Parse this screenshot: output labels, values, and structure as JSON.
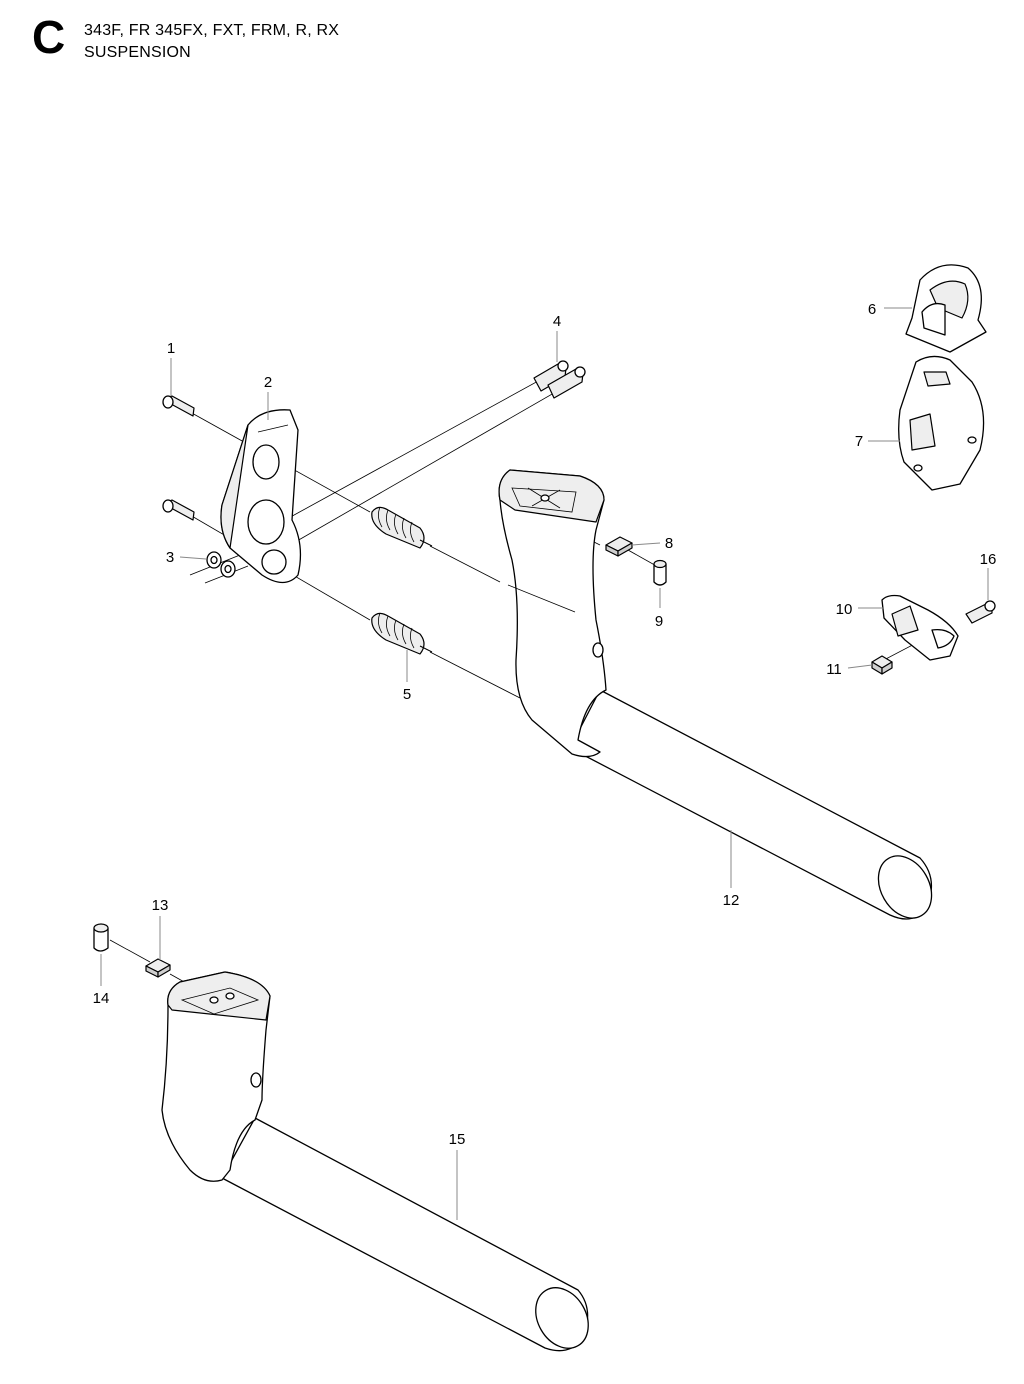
{
  "header": {
    "section_letter": "C",
    "models": "343F, FR 345FX, FXT, FRM, R, RX",
    "section_title": "SUSPENSION"
  },
  "callouts": {
    "p1": "1",
    "p2": "2",
    "p3": "3",
    "p4": "4",
    "p5": "5",
    "p6": "6",
    "p7": "7",
    "p8": "8",
    "p9": "9",
    "p10": "10",
    "p11": "11",
    "p12": "12",
    "p13": "13",
    "p14": "14",
    "p15": "15",
    "p16": "16"
  }
}
